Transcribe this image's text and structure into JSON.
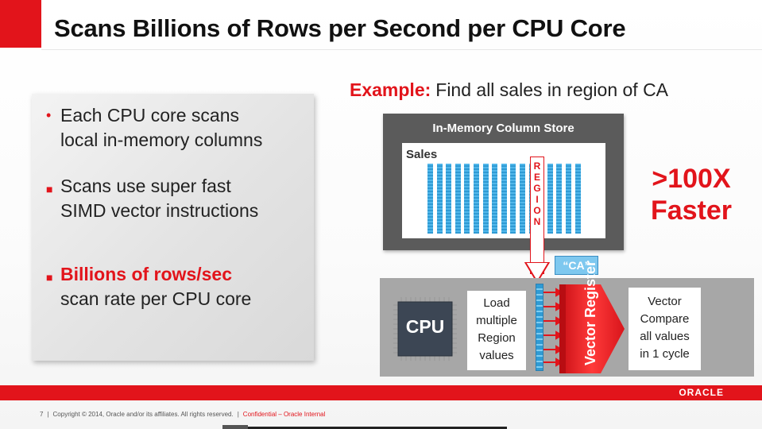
{
  "slide": {
    "title": "Scans Billions of Rows per Second per CPU Core"
  },
  "bullets": [
    {
      "lines": [
        "Each CPU core scans",
        "local in-memory columns"
      ]
    },
    {
      "lines": [
        "Scans use super fast",
        "SIMD vector instructions"
      ]
    },
    {
      "highlight": "Billions of rows/sec",
      "rest": "scan rate per CPU core"
    }
  ],
  "example": {
    "label": "Example:",
    "text": "Find all sales in region of CA"
  },
  "column_store": {
    "title": "In-Memory Column Store",
    "table_label": "Sales",
    "region_letters": [
      "R",
      "E",
      "G",
      "I",
      "O",
      "N"
    ]
  },
  "speedup": {
    "line1": ">100X",
    "line2": "Faster"
  },
  "pipeline": {
    "ca_value": "“CA”",
    "cpu_label": "CPU",
    "load_lines": [
      "Load",
      "multiple",
      "Region",
      "values"
    ],
    "register_label": "Vector Register",
    "compare_lines": [
      "Vector",
      "Compare",
      "all values",
      "in 1 cycle"
    ]
  },
  "footer": {
    "page": "7",
    "copyright": "Copyright © 2014, Oracle and/or its affiliates.  All rights reserved.",
    "confidential": "Confidential – Oracle Internal",
    "brand": "ORACLE"
  },
  "colors": {
    "accent_red": "#e2141b",
    "column_blue": "#3da9e0",
    "dark_gray": "#5b5b5b"
  }
}
